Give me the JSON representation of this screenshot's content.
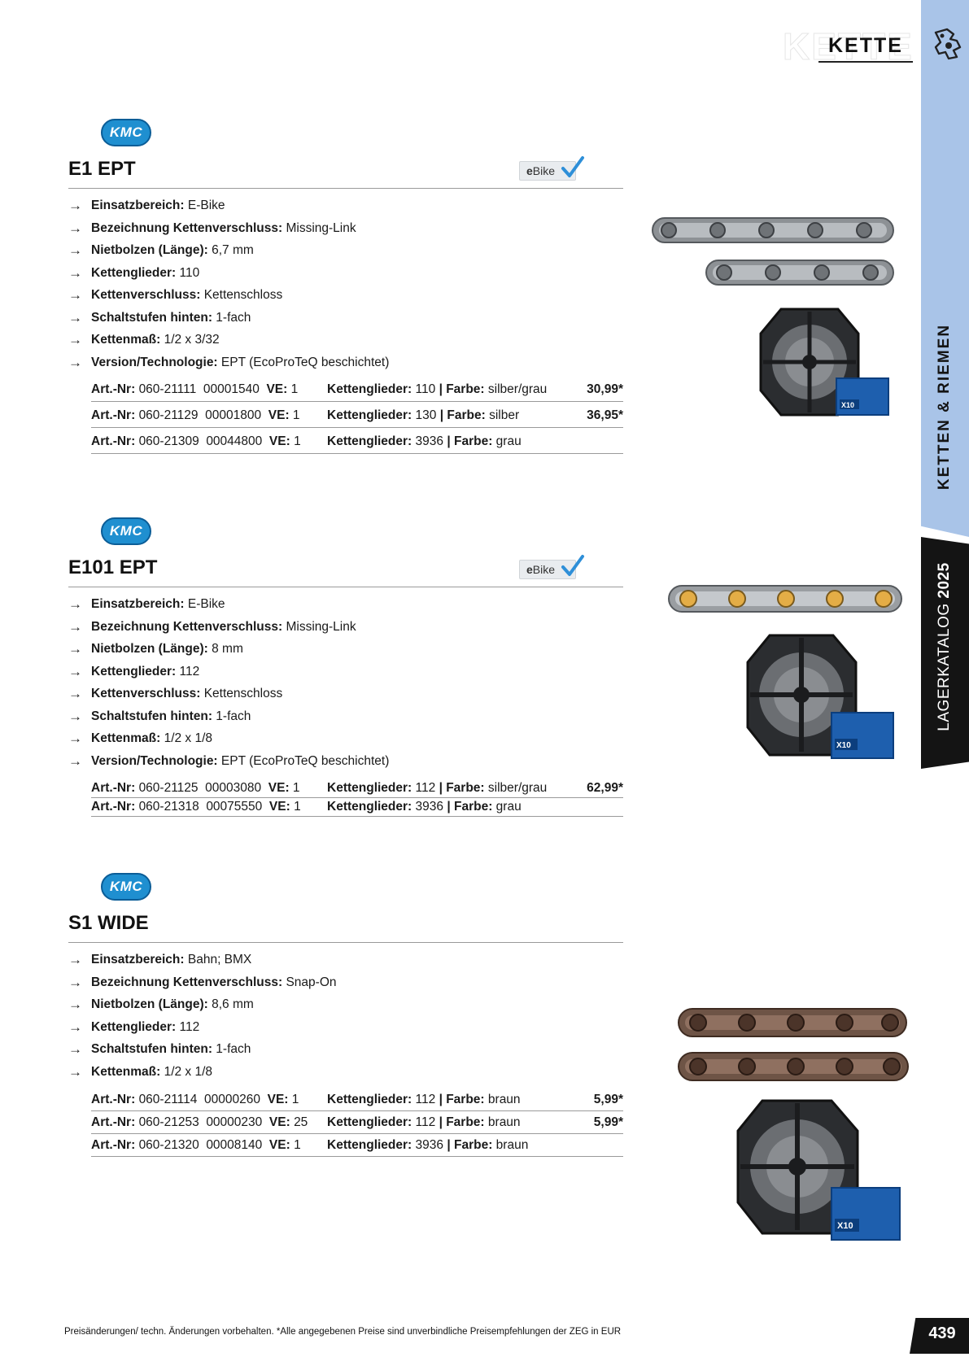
{
  "header": {
    "ghost_text": "KETTE",
    "title": "KETTE"
  },
  "sidebar": {
    "section_label": "KETTEN & RIEMEN",
    "catalog_label": "LAGERKATALOG",
    "catalog_year": "2025"
  },
  "icons": {
    "derailleur": "derailleur-icon",
    "arrow": "arrow-right-icon",
    "ebike_check": "checkmark-icon"
  },
  "colors": {
    "sidebar_blue": "#a9c4e8",
    "sidebar_black": "#141414",
    "kmc_blue": "#1f8fd0"
  },
  "products": [
    {
      "brand": "KMC",
      "title": "E1 EPT",
      "badge": {
        "prefix": "e",
        "text": "Bike"
      },
      "specs": [
        {
          "label": "Einsatzbereich:",
          "value": "E-Bike"
        },
        {
          "label": "Bezeichnung Kettenverschluss:",
          "value": "Missing-Link"
        },
        {
          "label": "Nietbolzen (Länge):",
          "value": "6,7 mm"
        },
        {
          "label": "Kettenglieder:",
          "value": "110"
        },
        {
          "label": "Kettenverschluss:",
          "value": "Kettenschloss"
        },
        {
          "label": "Schaltstufen hinten:",
          "value": "1-fach"
        },
        {
          "label": "Kettenmaß:",
          "value": "1/2 x 3/32"
        },
        {
          "label": "Version/Technologie:",
          "value": "EPT (EcoProTeQ beschichtet)"
        }
      ],
      "articles": [
        {
          "art_label": "Art.-Nr:",
          "art_nr": "060-21111",
          "code": "00001540",
          "ve_label": "VE:",
          "ve": "1",
          "kg_label": "Kettenglieder:",
          "kg": "110",
          "farbe_label": "Farbe:",
          "farbe": "silber/grau",
          "price": "30,99*"
        },
        {
          "art_label": "Art.-Nr:",
          "art_nr": "060-21129",
          "code": "00001800",
          "ve_label": "VE:",
          "ve": "1",
          "kg_label": "Kettenglieder:",
          "kg": "130",
          "farbe_label": "Farbe:",
          "farbe": "silber",
          "price": "36,95*"
        },
        {
          "art_label": "Art.-Nr:",
          "art_nr": "060-21309",
          "code": "00044800",
          "ve_label": "VE:",
          "ve": "1",
          "kg_label": "Kettenglieder:",
          "kg": "3936",
          "farbe_label": "Farbe:",
          "farbe": "grau",
          "price": ""
        }
      ]
    },
    {
      "brand": "KMC",
      "title": "E101 EPT",
      "badge": {
        "prefix": "e",
        "text": "Bike"
      },
      "specs": [
        {
          "label": "Einsatzbereich:",
          "value": "E-Bike"
        },
        {
          "label": "Bezeichnung Kettenverschluss:",
          "value": "Missing-Link"
        },
        {
          "label": "Nietbolzen (Länge):",
          "value": "8 mm"
        },
        {
          "label": "Kettenglieder:",
          "value": "112"
        },
        {
          "label": "Kettenverschluss:",
          "value": "Kettenschloss"
        },
        {
          "label": "Schaltstufen hinten:",
          "value": "1-fach"
        },
        {
          "label": "Kettenmaß:",
          "value": "1/2 x 1/8"
        },
        {
          "label": "Version/Technologie:",
          "value": "EPT (EcoProTeQ beschichtet)"
        }
      ],
      "articles": [
        {
          "art_label": "Art.-Nr:",
          "art_nr": "060-21125",
          "code": "00003080",
          "ve_label": "VE:",
          "ve": "1",
          "kg_label": "Kettenglieder:",
          "kg": "112",
          "farbe_label": "Farbe:",
          "farbe": "silber/grau",
          "price": "62,99*"
        },
        {
          "art_label": "Art.-Nr:",
          "art_nr": "060-21318",
          "code": "00075550",
          "ve_label": "VE:",
          "ve": "1",
          "kg_label": "Kettenglieder:",
          "kg": "3936",
          "farbe_label": "Farbe:",
          "farbe": "grau",
          "price": ""
        }
      ]
    },
    {
      "brand": "KMC",
      "title": "S1 WIDE",
      "specs": [
        {
          "label": "Einsatzbereich:",
          "value": "Bahn; BMX"
        },
        {
          "label": "Bezeichnung Kettenverschluss:",
          "value": "Snap-On"
        },
        {
          "label": "Nietbolzen (Länge):",
          "value": "8,6 mm"
        },
        {
          "label": "Kettenglieder:",
          "value": "112"
        },
        {
          "label": "Schaltstufen hinten:",
          "value": "1-fach"
        },
        {
          "label": "Kettenmaß:",
          "value": "1/2 x 1/8"
        }
      ],
      "articles": [
        {
          "art_label": "Art.-Nr:",
          "art_nr": "060-21114",
          "code": "00000260",
          "ve_label": "VE:",
          "ve": "1",
          "kg_label": "Kettenglieder:",
          "kg": "112",
          "farbe_label": "Farbe:",
          "farbe": "braun",
          "price": "5,99*"
        },
        {
          "art_label": "Art.-Nr:",
          "art_nr": "060-21253",
          "code": "00000230",
          "ve_label": "VE:",
          "ve": "25",
          "kg_label": "Kettenglieder:",
          "kg": "112",
          "farbe_label": "Farbe:",
          "farbe": "braun",
          "price": "5,99*"
        },
        {
          "art_label": "Art.-Nr:",
          "art_nr": "060-21320",
          "code": "00008140",
          "ve_label": "VE:",
          "ve": "1",
          "kg_label": "Kettenglieder:",
          "kg": "3936",
          "farbe_label": "Farbe:",
          "farbe": "braun",
          "price": ""
        }
      ]
    }
  ],
  "reel_box_label": "X10",
  "footer": {
    "note": "Preisänderungen/ techn. Änderungen vorbehalten. *Alle angegebenen Preise sind unverbindliche Preisempfehlungen der ZEG in EUR",
    "page_number": "439"
  }
}
